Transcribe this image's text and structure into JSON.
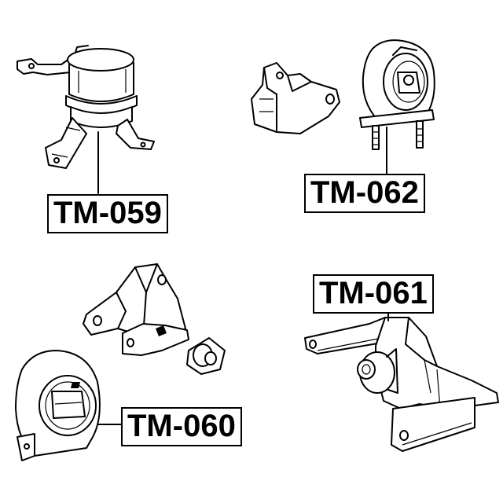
{
  "labels": {
    "tm059": "TM-059",
    "tm062": "TM-062",
    "tm061": "TM-061",
    "tm060": "TM-060"
  }
}
